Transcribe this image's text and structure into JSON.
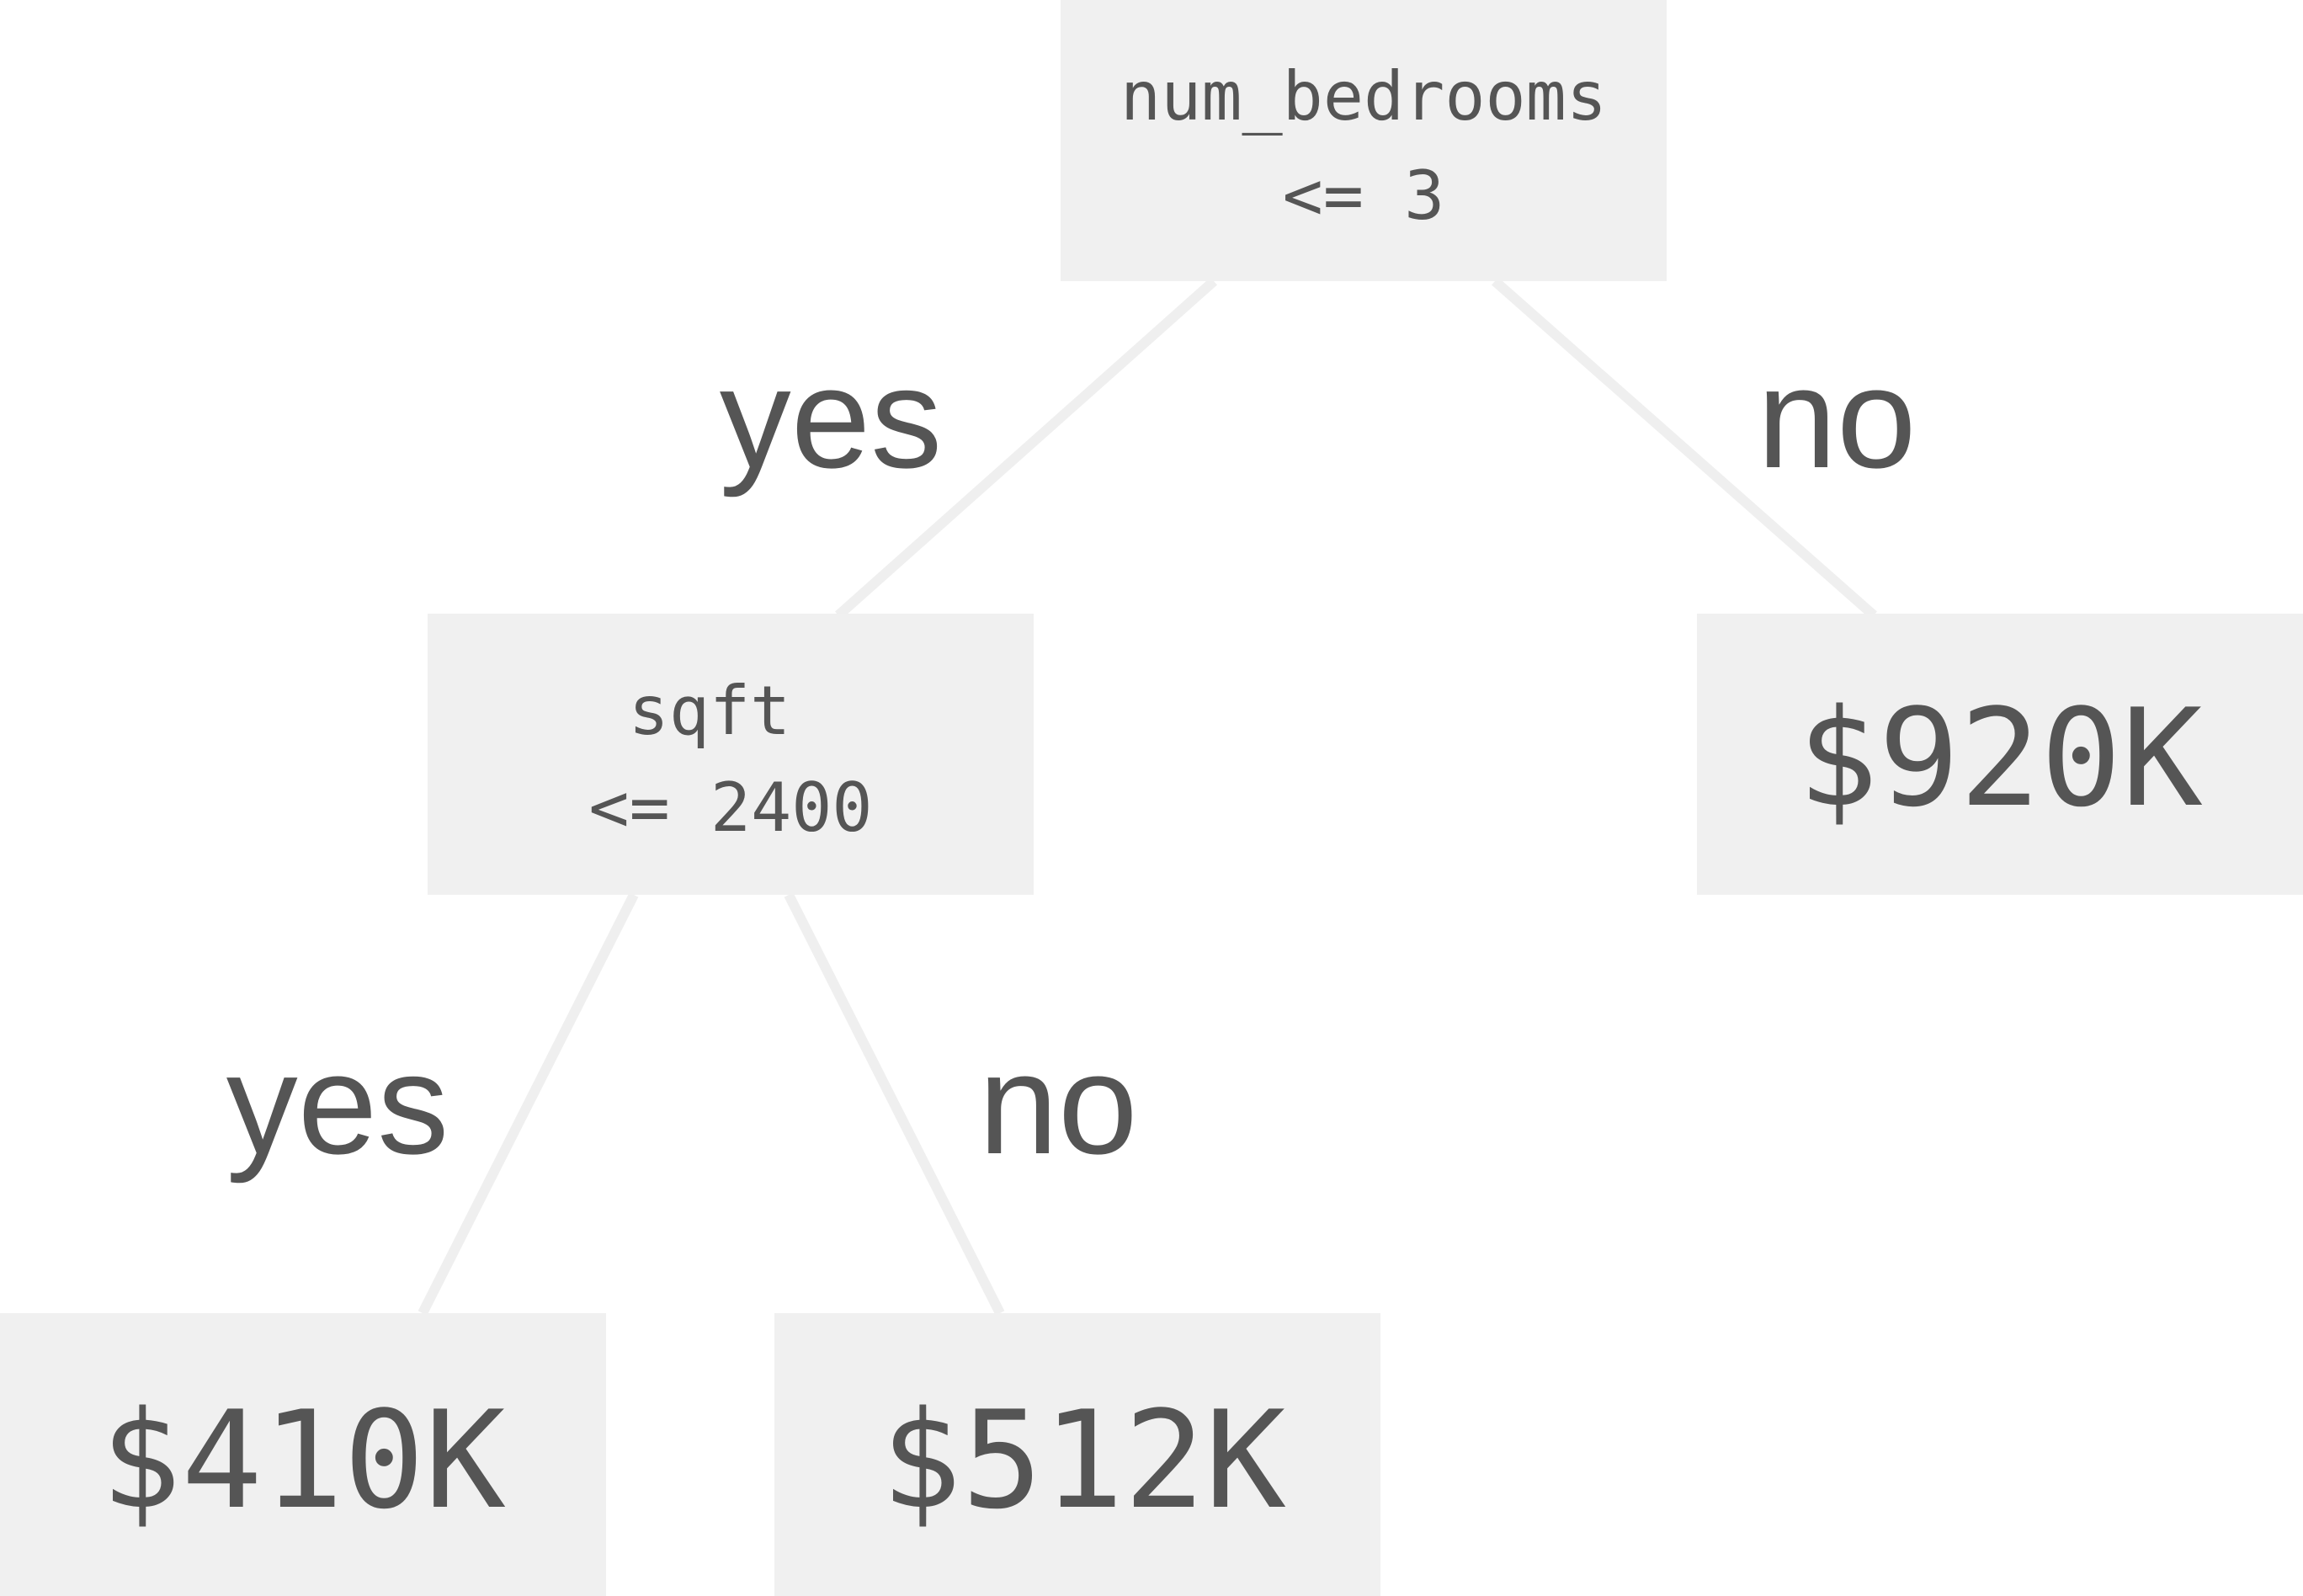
{
  "tree": {
    "root": {
      "line1": "num_bedrooms",
      "line2": "<= 3"
    },
    "left_split": {
      "line1": "sqft",
      "line2": "<= 2400"
    },
    "leaves": {
      "no_bedrooms": "$920K",
      "yes_sqft": "$410K",
      "no_sqft": "$512K"
    },
    "edge_labels": {
      "root_yes": "yes",
      "root_no": "no",
      "sqft_yes": "yes",
      "sqft_no": "no"
    }
  },
  "colors": {
    "box_fill": "#f0f0f0",
    "edge": "#efefef",
    "text": "#555555"
  }
}
